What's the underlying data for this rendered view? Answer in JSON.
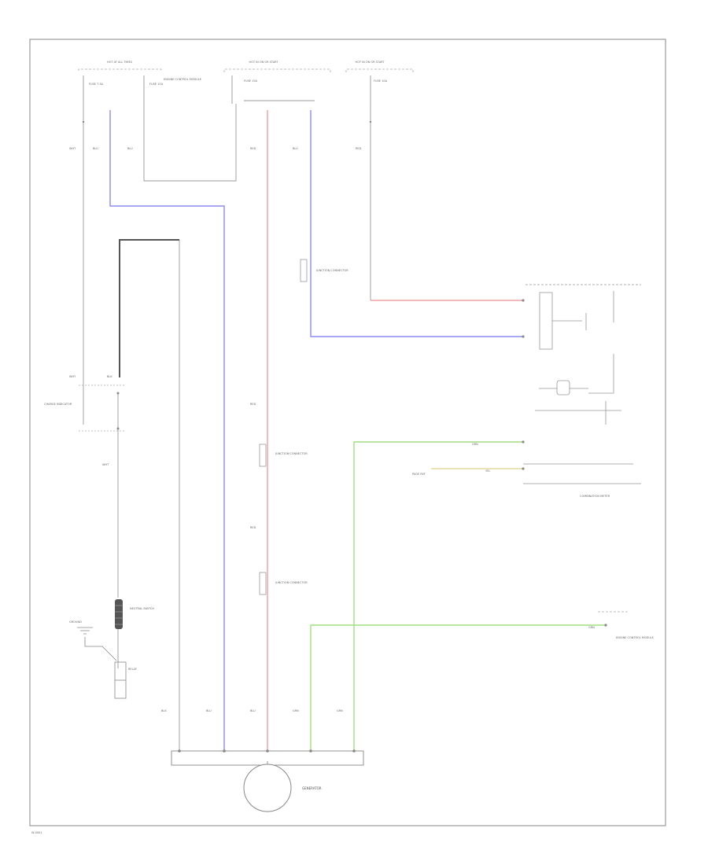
{
  "diagram": {
    "fuse_boxes": {
      "left": "HOT AT ALL TIMES",
      "middle": "HOT IN ON OR START",
      "right": "HOT IN ON OR START"
    },
    "fuses": {
      "f1": "FUSE 7.5A",
      "f2": "FUSE 10A",
      "f3": "ENGINE CONTROL MODULE",
      "f4": "FUSE 15A",
      "f5": "FUSE 10A"
    },
    "components": {
      "charge_indicator": "CHARGE INDICATOR",
      "generator": "GENERATOR",
      "combination_meter": "COMBINATION METER",
      "engine_control_module": "ENGINE CONTROL MODULE",
      "ground_label": "GROUND",
      "neutral_switch": "NEUTRAL SWITCH",
      "relay_label": "RELAY",
      "junction_a": "JUNCTION CONNECTOR",
      "junction_b": "JUNCTION CONNECTOR",
      "junction_c": "JUNCTION CONNECTOR",
      "page_ref": "PAGE REF"
    },
    "wire_labels": {
      "w1": "WHT",
      "w2": "BLU",
      "w3": "BLU",
      "w4": "RED",
      "w5": "BLU",
      "w6": "RED",
      "w7": "BLK",
      "w8": "WHT",
      "w9": "RED",
      "w10": "RED",
      "w11": "BLK",
      "w12": "BLU",
      "w13": "BLU",
      "w14": "GRN",
      "w15": "GRN",
      "w16": "YEL",
      "w17": "GRN",
      "w18": "GRN",
      "w19": "WHT"
    },
    "footer_code": "W-0001"
  },
  "colors": {
    "blue_wire": "#8c8cf0",
    "red_wire": "#f0a0a0",
    "green_wire": "#a0e080",
    "yellow_wire": "#e8d8a0",
    "line_gray": "#888888",
    "border": "#999999"
  }
}
